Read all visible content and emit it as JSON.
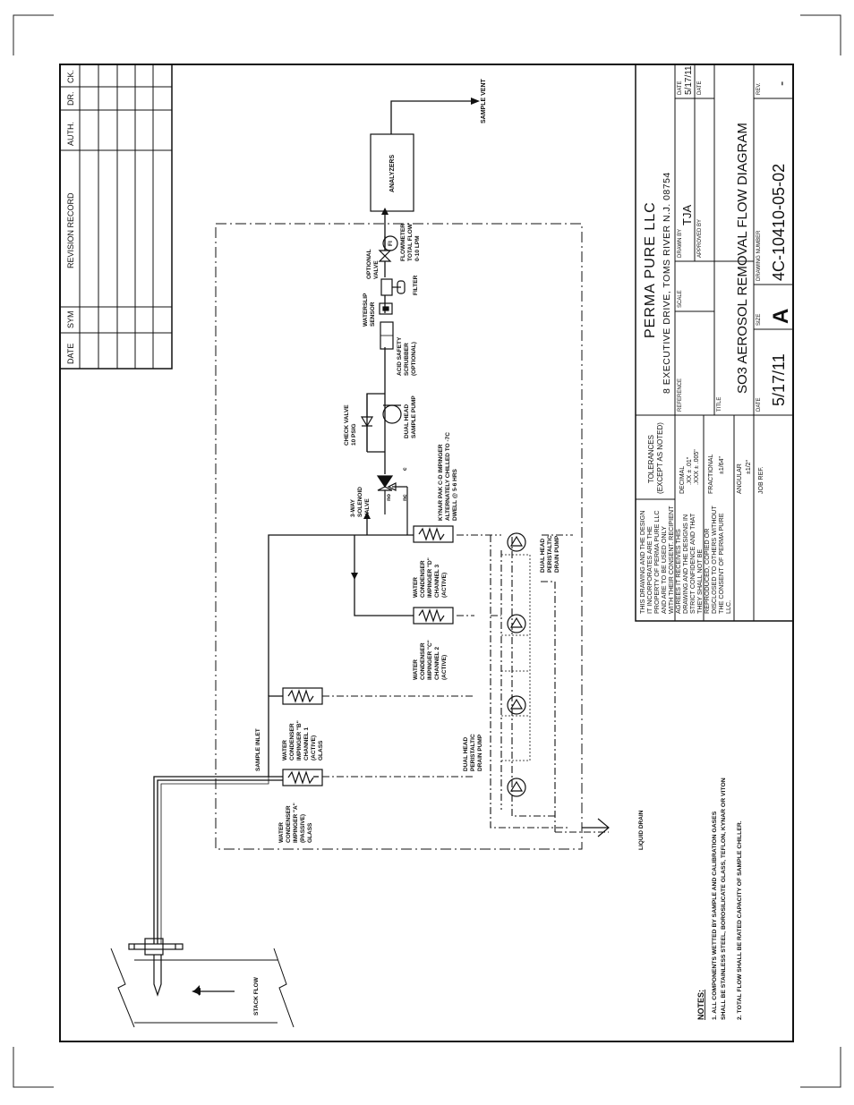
{
  "revision_record": {
    "headers": [
      "DATE",
      "SYM",
      "REVISION RECORD",
      "AUTH.",
      "DR.",
      "CK."
    ]
  },
  "components": {
    "sample_vent": "SAMPLE VENT",
    "analyzers": "ANALYZERS",
    "flowmeter": [
      "FLOWMETER",
      "TOTAL FLOW",
      "0-10 LPM"
    ],
    "fi": "FI",
    "optional_valve": [
      "OPTIONAL",
      "VALVE"
    ],
    "filter": "FILTER",
    "waterslip_sensor": [
      "WATERSLIP",
      "SENSOR"
    ],
    "acid_scrubber": [
      "ACID SAFETY",
      "SCRUBBER",
      "(OPTIONAL)"
    ],
    "check_valve": [
      "CHECK VALVE",
      "10 PSIG"
    ],
    "sample_pump": [
      "DUAL HEAD",
      "SAMPLE PUMP"
    ],
    "solenoid_valve": [
      "3-WAY",
      "SOLENOID",
      "VALVE"
    ],
    "kynar_pak": [
      "KYNAR PAK C-D IMPINGER",
      "ALTERNATELY CHILLED TO -7C",
      "DWELL @ 5-6 HRS"
    ],
    "impinger_d": [
      "WATER",
      "CONDENSER",
      "IMPINGER \"D\"",
      "CHANNEL 3",
      "(ACTIVE)"
    ],
    "impinger_c": [
      "WATER",
      "CONDENSER",
      "IMPINGER \"C\"",
      "CHANNEL 2",
      "(ACTIVE)"
    ],
    "impinger_b": [
      "WATER",
      "CONDENSER",
      "IMPINGER \"B\"",
      "CHANNEL 1",
      "(ACTIVE)",
      "GLASS"
    ],
    "impinger_a": [
      "WATER",
      "CONDENSER",
      "IMPINGER \"A\"",
      "(PASSIVE)",
      "GLASS"
    ],
    "sample_inlet": "SAMPLE INLET",
    "drain_pump_1": [
      "DUAL HEAD",
      "PERISTALTIC",
      "DRAIN PUMP"
    ],
    "drain_pump_2": [
      "DUAL HEAD",
      "PERISTALTIC",
      "DRAIN PUMP"
    ],
    "liquid_drain": "LIQUID DRAIN",
    "stack_flow": "STACK FLOW",
    "port_labels": [
      "c",
      "no",
      "nc"
    ]
  },
  "notes": {
    "title": "NOTES:",
    "items": [
      "1. ALL COMPONENTS WETTED BY SAMPLE AND CALIBRATION GASES",
      "    SHALL BE STAINLESS STEEL, BOROSILICATE GLASS, TEFLON, KYNAR OR VITON",
      "2. TOTAL FLOW SHALL BE RATED CAPACITY OF SAMPLE CHILLER."
    ]
  },
  "title_block": {
    "disclaimer": [
      "THIS DRAWING AND THE DESIGN",
      "IT INCORPORATES ARE THE",
      "PROPERTY OF PERMA PURE LLC",
      "AND ARE TO BE USED ONLY",
      "WITH THEIR CONSENT. RECIPIENT",
      "AGREES IT RECEIVES THIS",
      "DRAWING AND THE DESIGNS IN",
      "STRICT CONFIDENCE AND THAT",
      "THEY SHALL NOT BE",
      "REPRODUCED, COPIED OR",
      "DISCLOSED TO OTHERS WITHOUT",
      "THE CONSENT OF PERMA PURE",
      "LLC."
    ],
    "tolerances": [
      "TOLERANCES",
      "(EXCEPT AS NOTED)"
    ],
    "decimal": [
      "DECIMAL",
      ".XX ± .01\"",
      ".XXX ± .005\""
    ],
    "fractional": [
      "FRACTIONAL",
      "±1/64\""
    ],
    "angular": [
      "ANGULAR",
      "±1/2°"
    ],
    "job_ref": "JOB REF.",
    "company": "PERMA  PURE  LLC",
    "address": "8  EXECUTIVE  DRIVE,  TOMS  RIVER  N.J.  08754",
    "reference": "REFERENCE",
    "scale": "SCALE",
    "drawn_by_label": "DRAWN BY",
    "drawn_by": "TJA",
    "date_label": "DATE",
    "date_drawn": "5/17/11",
    "approved_by": "APPROVED BY",
    "date_label2": "DATE",
    "title_label": "TITLE",
    "title": "SO3  AEROSOL  REMOVAL  FLOW  DIAGRAM",
    "date_label3": "DATE",
    "date": "5/17/11",
    "size_label": "SIZE",
    "size": "A",
    "drawing_number_label": "DRAWING NUMBER",
    "drawing_number": "4C-10410-05-02",
    "rev_label": "REV.",
    "rev": "-"
  }
}
